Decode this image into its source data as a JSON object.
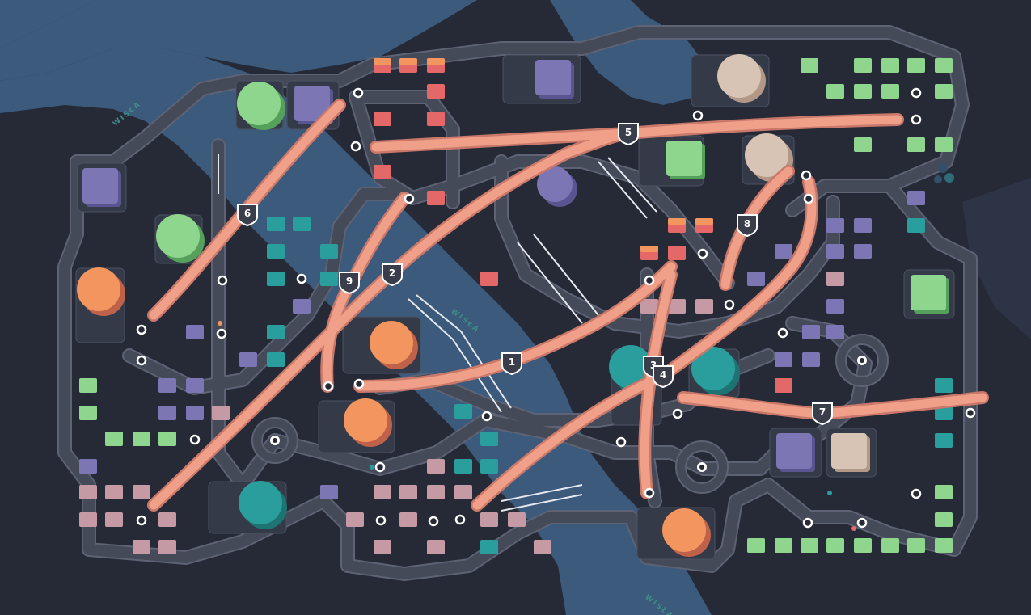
{
  "game": {
    "title": "",
    "colors": {
      "background": "#262a36",
      "ground": "#2b2f3c",
      "water": "#3c5a7c",
      "road": "#4a4f5e",
      "road_edge": "#5d6374",
      "motorway": "#f0a088",
      "motorway_edge": "#c9786a",
      "green": "#8ed68e",
      "orange": "#f2955e",
      "teal": "#2a9e9c",
      "purple": "#7c76b4",
      "beige": "#d8c4b4",
      "red": "#e46868",
      "pink": "#c69aa4"
    }
  },
  "river_labels": [
    {
      "text": "WISŁA",
      "id": "top"
    },
    {
      "text": "WISŁA",
      "id": "middle"
    },
    {
      "text": "WISŁA",
      "id": "bottom"
    }
  ],
  "motorways": [
    {
      "number": "1"
    },
    {
      "number": "2"
    },
    {
      "number": "3"
    },
    {
      "number": "4"
    },
    {
      "number": "5"
    },
    {
      "number": "6"
    },
    {
      "number": "7"
    },
    {
      "number": "8"
    },
    {
      "number": "9"
    }
  ],
  "buildings": {
    "houses": [
      {
        "color": "green",
        "shape": "circle"
      },
      {
        "color": "green",
        "shape": "circle"
      },
      {
        "color": "green",
        "shape": "square"
      },
      {
        "color": "orange",
        "shape": "circle"
      },
      {
        "color": "orange",
        "shape": "circle"
      },
      {
        "color": "orange",
        "shape": "circle"
      },
      {
        "color": "orange",
        "shape": "circle"
      },
      {
        "color": "teal",
        "shape": "circle"
      },
      {
        "color": "teal",
        "shape": "circle"
      },
      {
        "color": "teal",
        "shape": "circle"
      },
      {
        "color": "purple",
        "shape": "square"
      },
      {
        "color": "purple",
        "shape": "square"
      },
      {
        "color": "purple",
        "shape": "square"
      },
      {
        "color": "purple",
        "shape": "circle"
      },
      {
        "color": "purple",
        "shape": "square"
      },
      {
        "color": "beige",
        "shape": "circle"
      },
      {
        "color": "beige",
        "shape": "circle"
      },
      {
        "color": "beige",
        "shape": "square"
      },
      {
        "color": "green",
        "shape": "square"
      }
    ]
  }
}
